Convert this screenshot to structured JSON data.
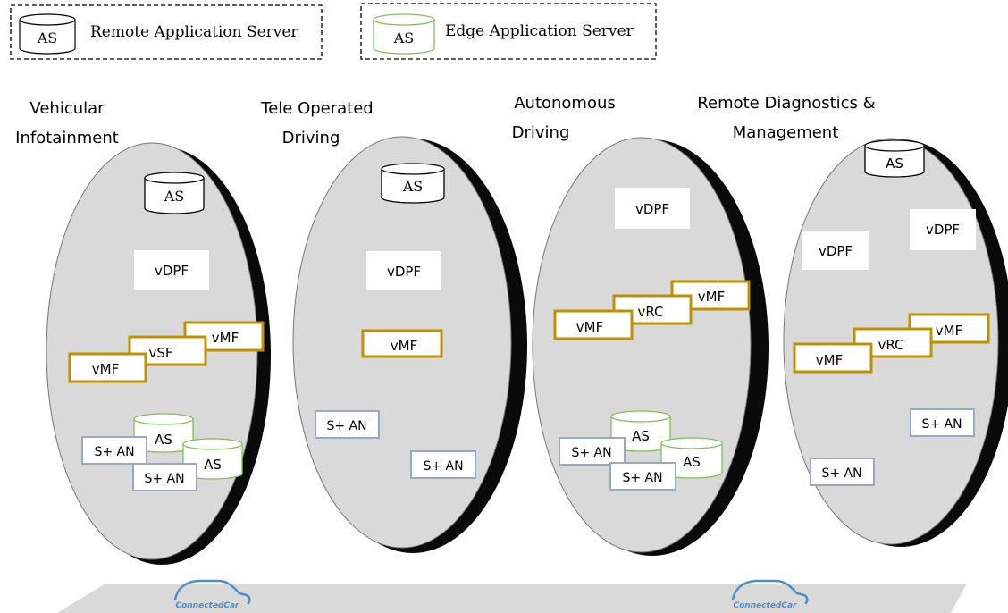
{
  "legend": {
    "remote": {
      "symbol": "AS",
      "label": "Remote Application Server"
    },
    "edge": {
      "symbol": "AS",
      "label": "Edge Application Server"
    }
  },
  "slices": [
    {
      "title": [
        "Vehicular",
        "Infotainment"
      ],
      "remote_as": "AS",
      "vdpf": [
        "vDPF"
      ],
      "chain": [
        "vMF",
        "vSF",
        "vMF"
      ],
      "access": [
        "S+ AN",
        "S+ AN"
      ],
      "edge_as": [
        "AS",
        "AS"
      ]
    },
    {
      "title": [
        "Tele Operated",
        "Driving"
      ],
      "remote_as": "AS",
      "vdpf": [
        "vDPF"
      ],
      "chain": [
        "vMF"
      ],
      "access": [
        "S+ AN",
        "S+ AN"
      ],
      "edge_as": []
    },
    {
      "title": [
        "Autonomous",
        "Driving"
      ],
      "remote_as": "",
      "vdpf": [
        "vDPF"
      ],
      "chain": [
        "vMF",
        "vRC",
        "vMF"
      ],
      "access": [
        "S+ AN",
        "S+ AN"
      ],
      "edge_as": [
        "AS",
        "AS"
      ]
    },
    {
      "title": [
        "Remote Diagnostics &",
        "Management"
      ],
      "remote_as": "AS",
      "vdpf": [
        "vDPF",
        "vDPF"
      ],
      "chain": [
        "vMF",
        "vRC",
        "vMF"
      ],
      "access": [
        "S+ AN",
        "S+ AN"
      ],
      "edge_as": []
    }
  ],
  "cars": [
    "ConnectedCar",
    "ConnectedCar"
  ],
  "colors": {
    "ellipse_fill": "#d9d9d9",
    "ellipse_shadow": "#0a0a0a",
    "vmf_border": "#bf9000",
    "an_border": "#9aa8c2",
    "edge_as_stroke": "#7fbf5a",
    "remote_as_stroke": "#000000",
    "road": "#d9d9d9",
    "car": "#4a90c8"
  }
}
